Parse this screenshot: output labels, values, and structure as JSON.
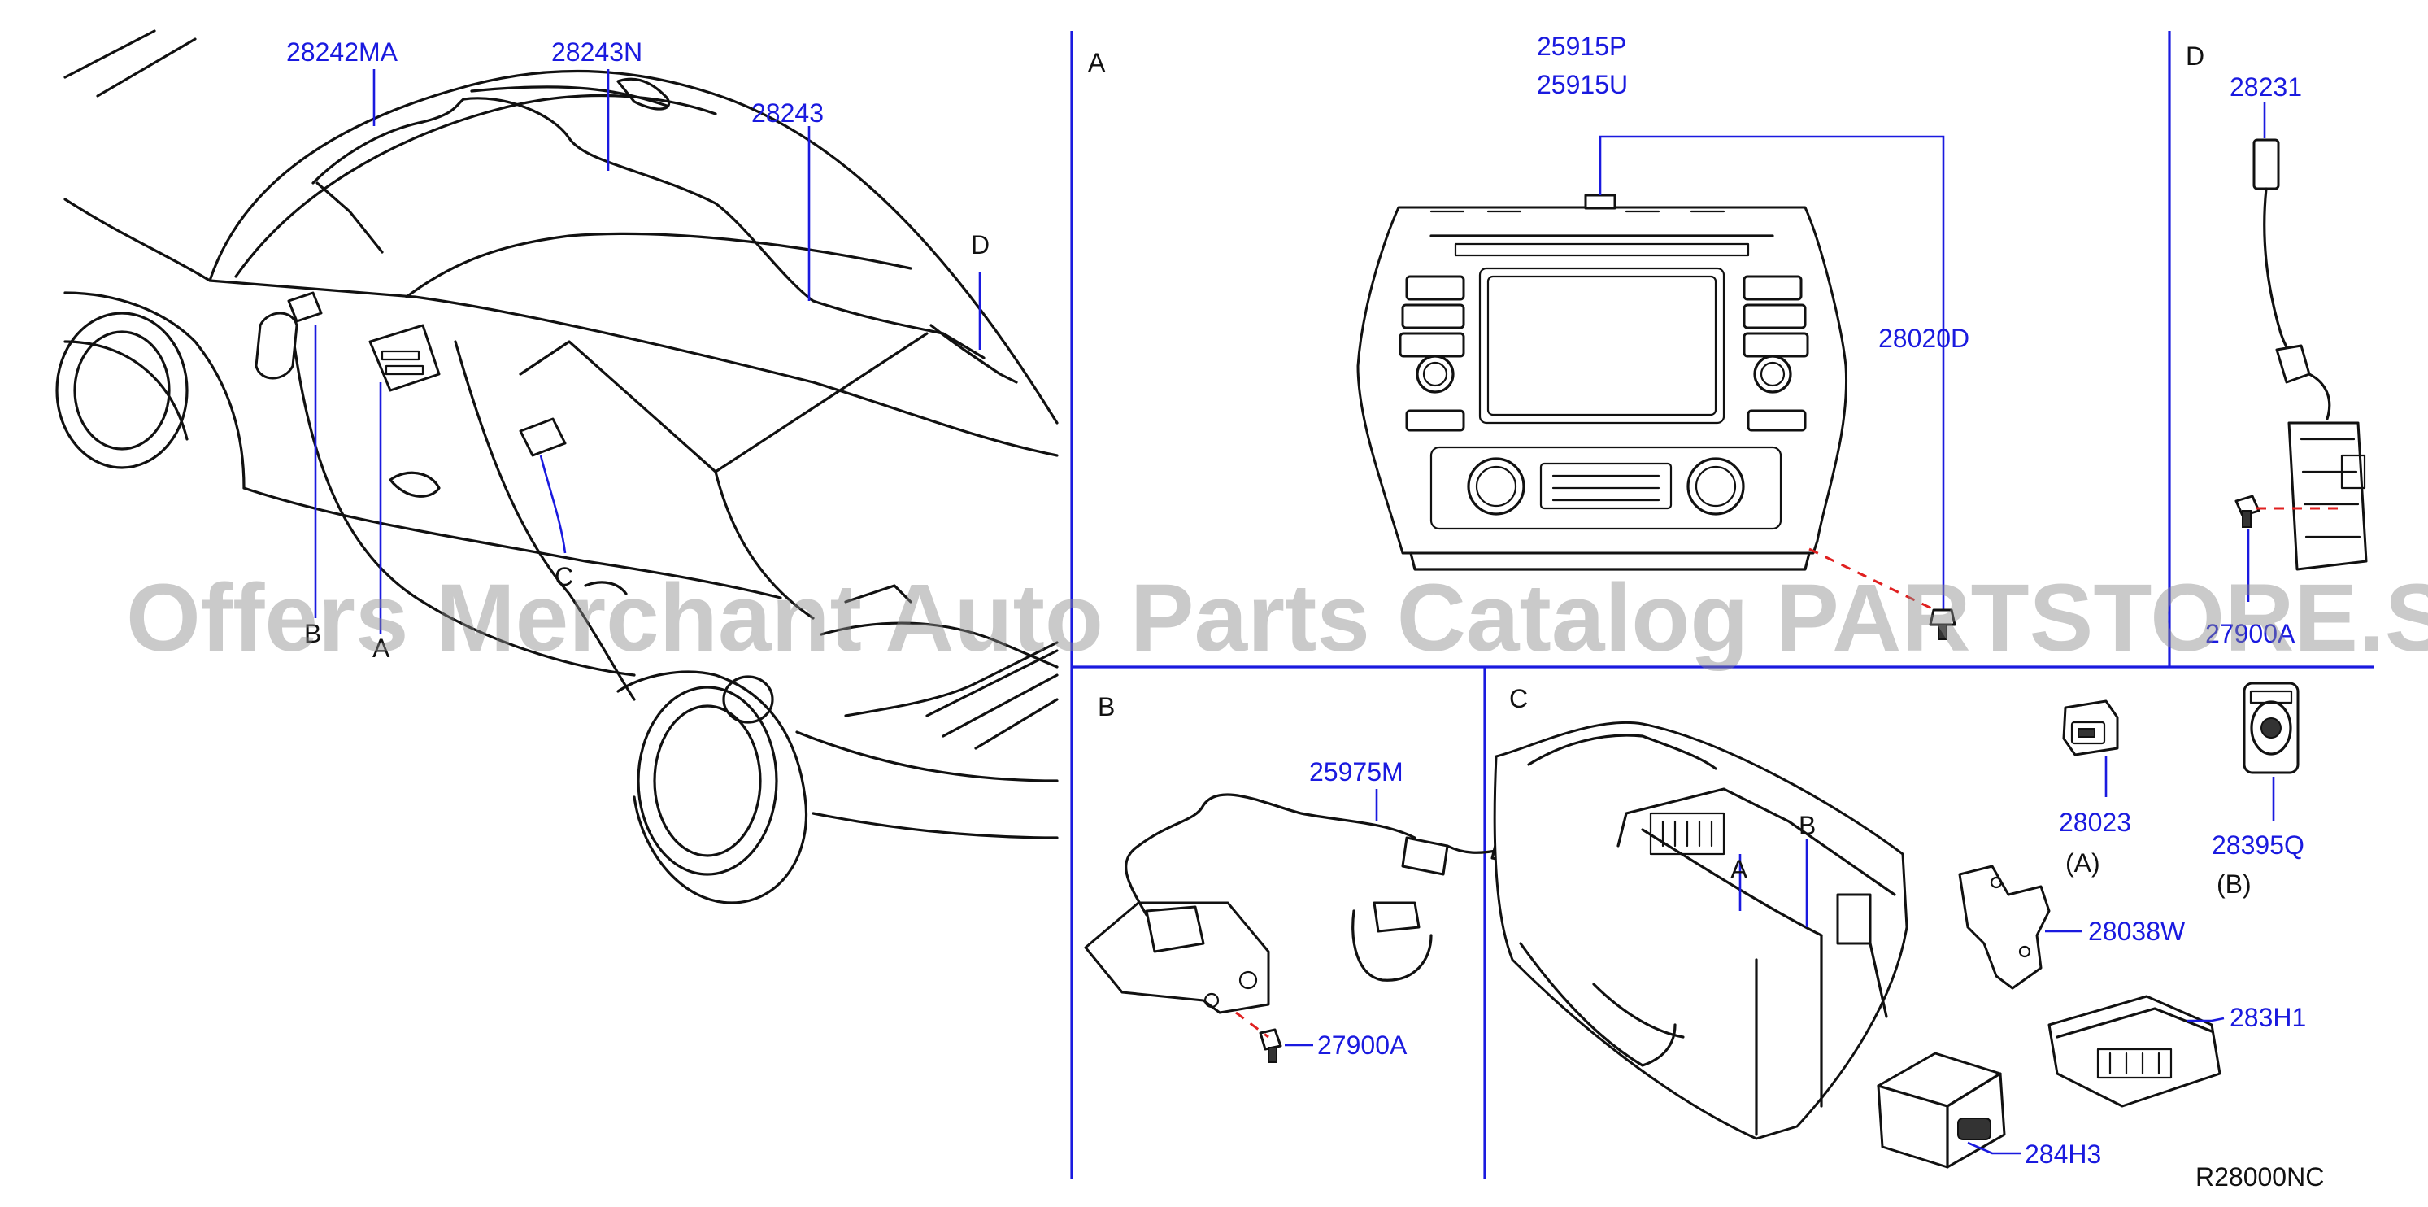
{
  "watermark": "Offers Merchant Auto Parts Catalog PARTSTORE.SA",
  "diagram_code": "R28000NC",
  "colors": {
    "callout": "#1a1adf",
    "line": "#111111",
    "divider": "#1a1adf",
    "guide": "#e02020"
  },
  "sections": {
    "a": "A",
    "b": "B",
    "c": "C",
    "d": "D"
  },
  "car_markers": {
    "a": "A",
    "b": "B",
    "c": "C",
    "d": "D"
  },
  "console_markers": {
    "a": "A",
    "b": "B"
  },
  "parts": {
    "p28242MA": "28242MA",
    "p28243N": "28243N",
    "p28243": "28243",
    "p25915P": "25915P",
    "p25915U": "25915U",
    "p28020D": "28020D",
    "p28231": "28231",
    "p27900A_d": "27900A",
    "p25975M": "25975M",
    "p27900A_b": "27900A",
    "p28023": "28023",
    "p28395Q": "28395Q",
    "p28038W": "28038W",
    "p283H1": "283H1",
    "p284H3": "284H3"
  },
  "variants": {
    "a": "(A)",
    "b": "(B)"
  }
}
